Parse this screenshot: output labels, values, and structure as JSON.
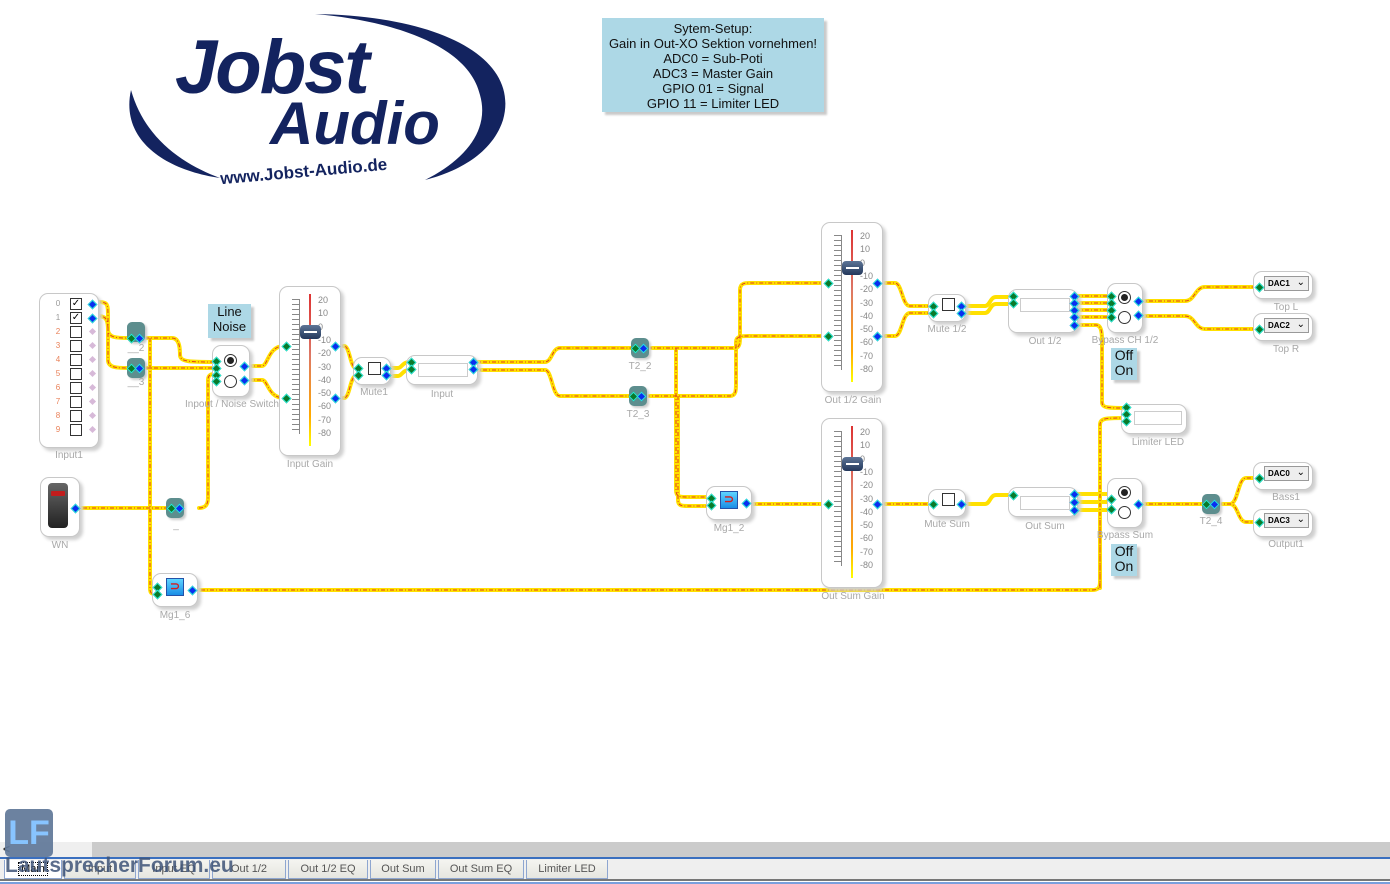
{
  "logo": {
    "line1": "Jobst",
    "line2": "Audio",
    "url": "www.Jobst-Audio.de",
    "color": "#13235f"
  },
  "setup_note": {
    "lines": [
      "Sytem-Setup:",
      "Gain in Out-XO Sektion vornehmen!",
      "ADC0 = Sub-Poti",
      "ADC3 = Master Gain",
      "GPIO 01 = Signal",
      "GPIO 11 = Limiter LED"
    ]
  },
  "input1": {
    "label": "Input1",
    "channels": [
      {
        "n": "0",
        "checked": true
      },
      {
        "n": "1",
        "checked": true
      },
      {
        "n": "2",
        "checked": false
      },
      {
        "n": "3",
        "checked": false
      },
      {
        "n": "4",
        "checked": false
      },
      {
        "n": "5",
        "checked": false
      },
      {
        "n": "6",
        "checked": false
      },
      {
        "n": "7",
        "checked": false
      },
      {
        "n": "8",
        "checked": false
      },
      {
        "n": "9",
        "checked": false
      }
    ]
  },
  "tee_2": {
    "label": "__2"
  },
  "tee_3": {
    "label": "__3"
  },
  "tee_wn": {
    "label": "_"
  },
  "line_noise_note": {
    "line1": "Line",
    "line2": "Noise"
  },
  "input_noise_switch": {
    "label": "Inpout / Noise Switch",
    "selected": 0
  },
  "wn": {
    "label": "WN"
  },
  "mg1_6": {
    "label": "Mg1_6"
  },
  "input_gain": {
    "label": "Input Gain",
    "value_db": -5,
    "scale": [
      "20",
      "10",
      "0",
      "-10",
      "-20",
      "-30",
      "-40",
      "-50",
      "-60",
      "-70",
      "-80"
    ]
  },
  "mute1": {
    "label": "Mute1",
    "checked": false
  },
  "input_block": {
    "label": "Input"
  },
  "t2_2": {
    "label": "T2_2"
  },
  "t2_3": {
    "label": "T2_3"
  },
  "mg1_2": {
    "label": "Mg1_2"
  },
  "out12_gain": {
    "label": "Out 1/2 Gain",
    "value_db": -5,
    "scale": [
      "20",
      "10",
      "0",
      "-10",
      "-20",
      "-30",
      "-40",
      "-50",
      "-60",
      "-70",
      "-80"
    ]
  },
  "outsum_gain": {
    "label": "Out Sum Gain",
    "value_db": -5,
    "scale": [
      "20",
      "10",
      "0",
      "-10",
      "-20",
      "-30",
      "-40",
      "-50",
      "-60",
      "-70",
      "-80"
    ]
  },
  "mute12": {
    "label": "Mute 1/2",
    "checked": false
  },
  "mutesum": {
    "label": "Mute Sum",
    "checked": false
  },
  "out12": {
    "label": "Out 1/2"
  },
  "outsum": {
    "label": "Out Sum"
  },
  "bypass12": {
    "label": "Bypass CH 1/2",
    "selected": 0
  },
  "bypasssum": {
    "label": "Bypass Sum",
    "selected": 0
  },
  "bypass12_note": {
    "line1": "Off",
    "line2": "On"
  },
  "bypasssum_note": {
    "line1": "Off",
    "line2": "On"
  },
  "limiter_led": {
    "label": "Limiter LED"
  },
  "t2_4": {
    "label": "T2_4"
  },
  "dac_top_l": {
    "label": "Top L",
    "value": "DAC1"
  },
  "dac_top_r": {
    "label": "Top R",
    "value": "DAC2"
  },
  "dac_bass1": {
    "label": "Bass1",
    "value": "DAC0"
  },
  "dac_output1": {
    "label": "Output1",
    "value": "DAC3"
  },
  "tabs": [
    {
      "label": "Main",
      "active": true
    },
    {
      "label": "Input",
      "active": false
    },
    {
      "label": "Input EQ",
      "active": false
    },
    {
      "label": "Out 1/2",
      "active": false
    },
    {
      "label": "Out 1/2 EQ",
      "active": false
    },
    {
      "label": "Out Sum",
      "active": false
    },
    {
      "label": "Out Sum EQ",
      "active": false
    },
    {
      "label": "Limiter LED",
      "active": false
    }
  ],
  "watermark": {
    "text": "LautsprecherForum.eu",
    "badge": "LF"
  },
  "scroll_left": "<"
}
